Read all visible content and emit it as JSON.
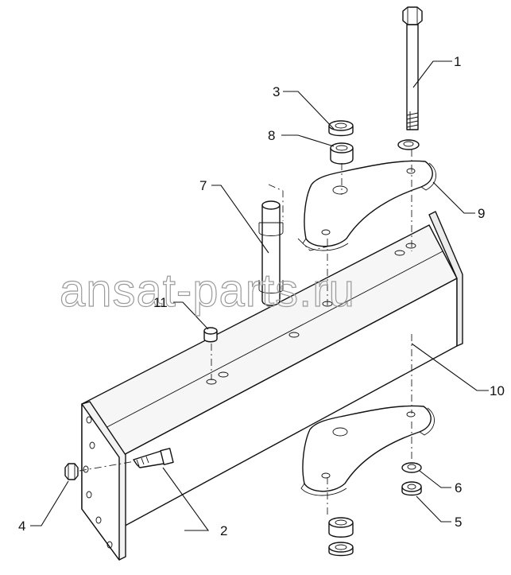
{
  "watermark": "ansat-parts.ru",
  "callouts": [
    {
      "id": "1",
      "label": "1"
    },
    {
      "id": "2",
      "label": "2"
    },
    {
      "id": "3",
      "label": "3"
    },
    {
      "id": "4",
      "label": "4"
    },
    {
      "id": "5",
      "label": "5"
    },
    {
      "id": "6",
      "label": "6"
    },
    {
      "id": "7",
      "label": "7"
    },
    {
      "id": "8",
      "label": "8"
    },
    {
      "id": "9",
      "label": "9"
    },
    {
      "id": "10",
      "label": "10"
    },
    {
      "id": "11",
      "label": "11"
    }
  ]
}
